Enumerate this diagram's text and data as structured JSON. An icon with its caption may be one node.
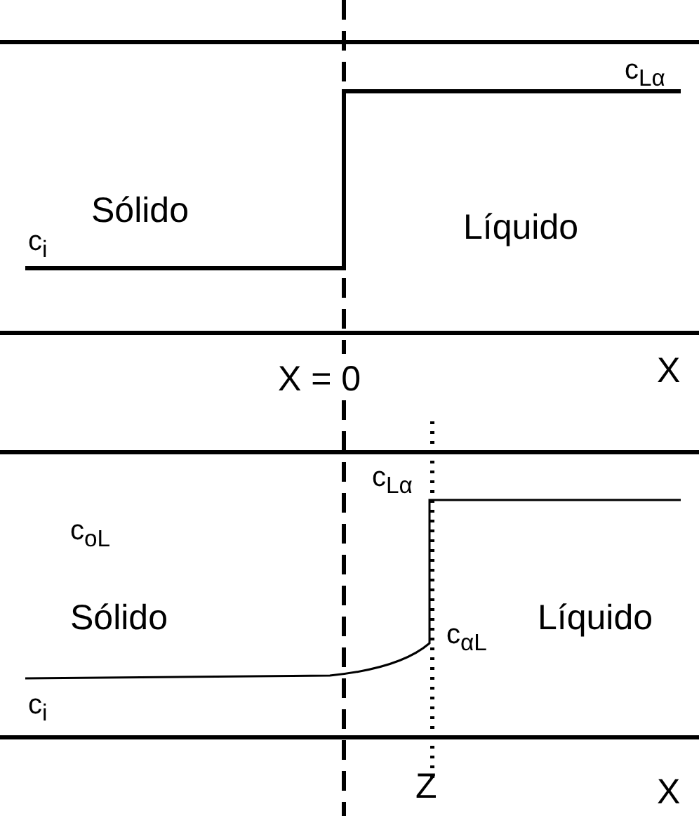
{
  "diagram": {
    "labels": [
      "c$_{Lα}$",
      "Sólido",
      "Líquido",
      "c$_{i}$",
      "X = 0",
      "X",
      "c$_{Lα}$",
      "c$_{oL}$",
      "Sólido",
      "c$_{αL}$",
      "Líquido",
      "c$_{i}$",
      "Z",
      "X"
    ]
  }
}
